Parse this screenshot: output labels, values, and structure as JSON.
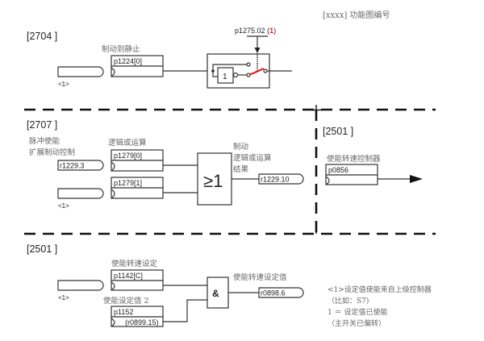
{
  "legend_top": "[xxxx] 功能图编号",
  "section_2704": {
    "ref": "[2704 ]",
    "connector_label": "<1>",
    "param_title": "制动到静止",
    "param": "p1224[0]",
    "switch_param": "p1275.02",
    "switch_value_open": "(",
    "switch_value": "1",
    "switch_value_close": ")",
    "not_gate": "1"
  },
  "section_2707": {
    "ref": "[2707 ]",
    "source_title_1": "脉冲使能",
    "source_title_2": "扩展制动控制",
    "source_signal": "r1229.3",
    "connector_label": "<1>",
    "logic_title": "逻辑或运算",
    "param_0": "p1279[0]",
    "param_1": "p1279[1]",
    "or_gate": "≥1",
    "result_title_1": "制动",
    "result_title_2": "逻辑或运算",
    "result_title_3": "结果",
    "result_signal": "r1229.10"
  },
  "section_2501_right": {
    "ref": "[2501 ]",
    "param_title": "使能转速控制器",
    "param": "p0856"
  },
  "section_2501_bottom": {
    "ref": "[2501 ]",
    "connector_label": "<1>",
    "param_title_1": "使能转速设定",
    "param_1": "p1142[C]",
    "param_title_2": "使能设定值 2",
    "param_2": "p1152",
    "param_2_default": "(r0899.15)",
    "and_gate": "&",
    "result_title": "使能转速设定值",
    "result_signal": "r0898.6"
  },
  "notes": [
    "<1>设定值使能来自上级控制器",
    "（比如：S7)",
    "1 ＝ 设定值已使能",
    "（主开关已偏转）"
  ],
  "colors": {
    "switch_active": "#e8211c",
    "value_highlight": "#e8211c"
  }
}
